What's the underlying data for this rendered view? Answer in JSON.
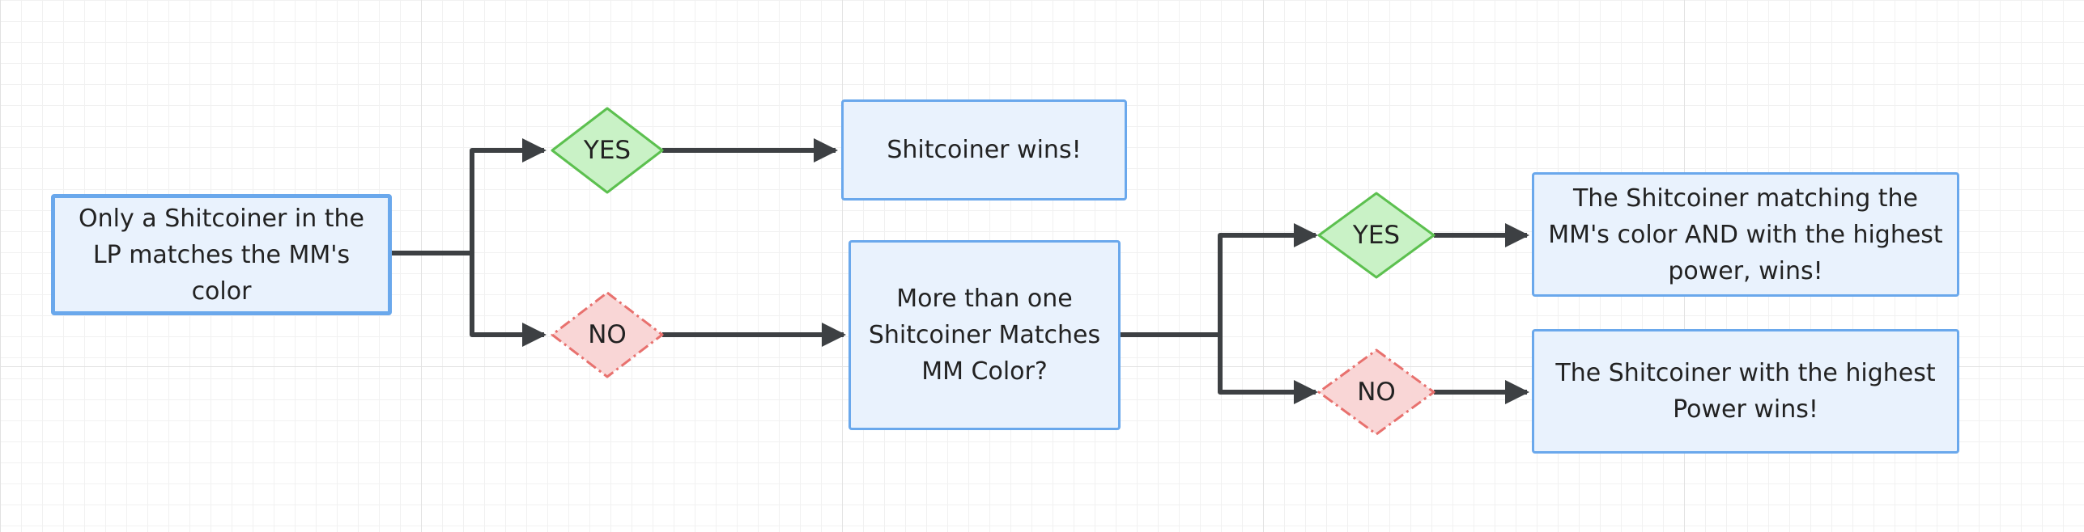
{
  "nodes": {
    "start": "Only a Shitcoiner in the LP matches the MM's color",
    "first_yes": "YES",
    "first_no": "NO",
    "win_single": "Shitcoiner wins!",
    "multi_question": "More than one Shitcoiner Matches MM Color?",
    "second_yes": "YES",
    "second_no": "NO",
    "win_color_power": "The Shitcoiner matching the MM's color AND with the highest power, wins!",
    "win_power": "The Shitcoiner with the highest Power wins!"
  },
  "colors": {
    "process_fill": "#e9f2fd",
    "process_stroke": "#6aa8ec",
    "yes_fill": "#c9f2c6",
    "yes_stroke": "#5cc04f",
    "no_fill": "#f9d6d6",
    "no_stroke": "#e8716e",
    "connector": "#3d4043"
  }
}
